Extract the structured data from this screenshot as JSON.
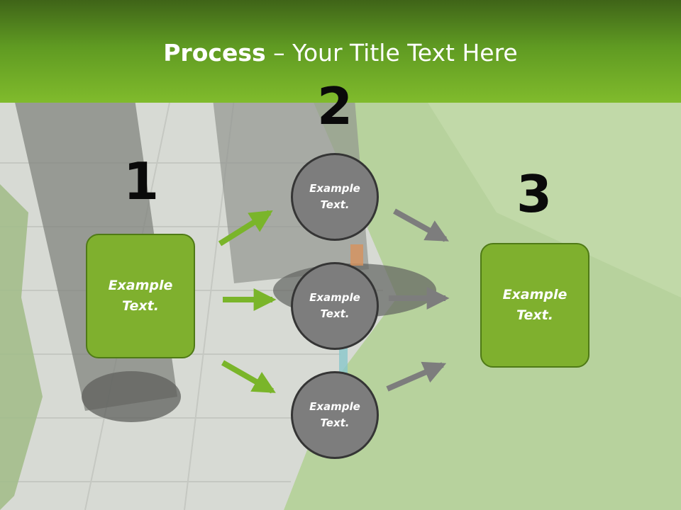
{
  "slide": {
    "title_strong": "Process",
    "title_rest": " – Your Title Text Here"
  },
  "steps": [
    {
      "number": "1"
    },
    {
      "number": "2"
    },
    {
      "number": "3"
    }
  ],
  "left_box": {
    "text": "Example Text."
  },
  "circles": [
    {
      "text": "Example Text."
    },
    {
      "text": "Example Text."
    },
    {
      "text": "Example Text."
    }
  ],
  "right_box": {
    "text": "Example Text."
  },
  "colors": {
    "header_dark": "#3f6418",
    "header_light": "#80bb2c",
    "box_fill": "#7fb02e",
    "box_border": "#4f7a16",
    "circle_fill": "#7d7d7d",
    "circle_border": "#353535",
    "arrow_green": "#7ab52a",
    "arrow_gray": "#7d7d7d",
    "number_color": "#0a0a0a"
  }
}
